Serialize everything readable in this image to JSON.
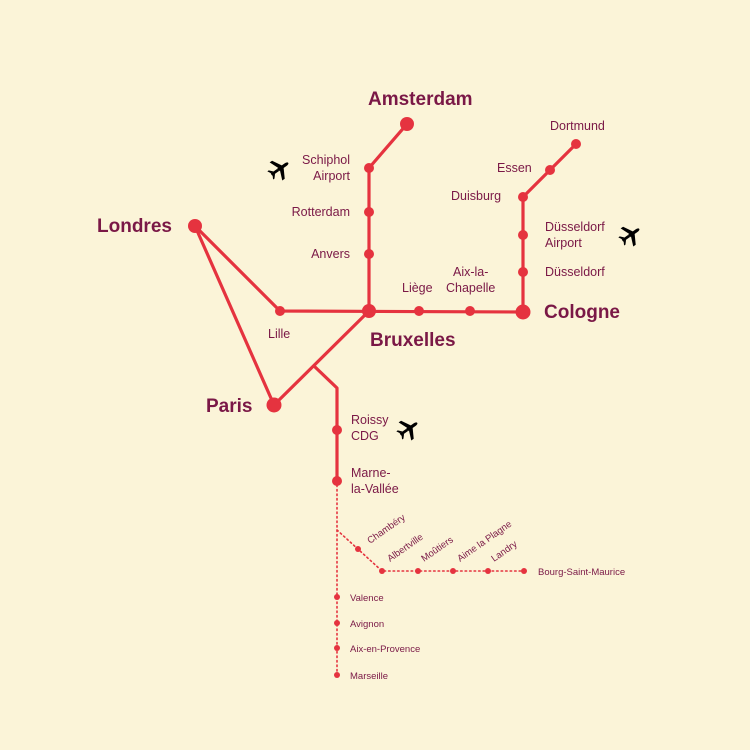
{
  "colors": {
    "background": "#fbf4d8",
    "line": "#e5333f",
    "text": "#7a1846"
  },
  "icons": {
    "airport": "airplane-icon"
  },
  "stations": {
    "amsterdam": "Amsterdam",
    "schiphol": [
      "Schiphol",
      "Airport"
    ],
    "rotterdam": "Rotterdam",
    "anvers": "Anvers",
    "londres": "Londres",
    "lille": "Lille",
    "bruxelles": "Bruxelles",
    "liege": "Liège",
    "aixlachapelle": [
      "Aix-la-",
      "Chapelle"
    ],
    "cologne": "Cologne",
    "dortmund": "Dortmund",
    "essen": "Essen",
    "duisburg": "Duisburg",
    "dusseldorf_airport": [
      "Düsseldorf",
      "Airport"
    ],
    "dusseldorf": "Düsseldorf",
    "paris": "Paris",
    "roissy": [
      "Roissy",
      "CDG"
    ],
    "marne": [
      "Marne-",
      "la-Vallée"
    ],
    "chambery": "Chambéry",
    "albertville": "Albertville",
    "moutiers": "Moûtiers",
    "aime": "Aime la Plagne",
    "landry": "Landry",
    "bourg": "Bourg-Saint-Maurice",
    "valence": "Valence",
    "avignon": "Avignon",
    "aix_provence": "Aix-en-Provence",
    "marseille": "Marseille"
  }
}
